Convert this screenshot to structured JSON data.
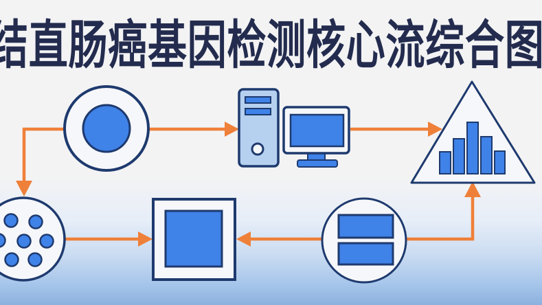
{
  "title": "结直肠癌基因检测核心流综合图",
  "colors": {
    "accent-orange": "#EF8039",
    "navy-stroke": "#1E3A6E",
    "primary-blue": "#3F82E8",
    "light-blue": "#B6D0F0",
    "panel-white": "#F6F7FA",
    "title-navy": "#232C4E",
    "bg-top": "#F3F3F4",
    "bg-bottom": "#8CB1DE"
  },
  "diagram": {
    "nodes": [
      {
        "id": "cell",
        "icon": "cell-icon",
        "shape": "circle with inner blue circle",
        "position": "top-left"
      },
      {
        "id": "computer",
        "icon": "computer-workstation-icon",
        "shape": "tower and monitor",
        "position": "top-center"
      },
      {
        "id": "analysis",
        "icon": "bar-chart-triangle-icon",
        "shape": "triangle with 5 bars",
        "bar_heights": [
          32,
          51,
          75,
          54,
          33
        ],
        "position": "top-right"
      },
      {
        "id": "cell-cluster",
        "icon": "cell-cluster-icon",
        "shape": "circle with 7 dots",
        "dot_count": 7,
        "position": "bottom-left"
      },
      {
        "id": "chip",
        "icon": "square-chip-icon",
        "shape": "square with inner blue square",
        "position": "bottom-center"
      },
      {
        "id": "slides",
        "icon": "dual-slide-icon",
        "shape": "circle with two stacked rectangles",
        "position": "bottom-right"
      }
    ],
    "arrows": [
      {
        "from": "cell",
        "to": "cell-cluster",
        "direction": "left-then-down"
      },
      {
        "from": "cell",
        "to": "computer",
        "direction": "right"
      },
      {
        "from": "computer",
        "to": "analysis",
        "direction": "right"
      },
      {
        "from": "cell-cluster",
        "to": "chip",
        "direction": "right"
      },
      {
        "from": "slides",
        "to": "chip",
        "direction": "left"
      },
      {
        "from": "slides",
        "to": "analysis",
        "direction": "right-then-up"
      }
    ]
  }
}
